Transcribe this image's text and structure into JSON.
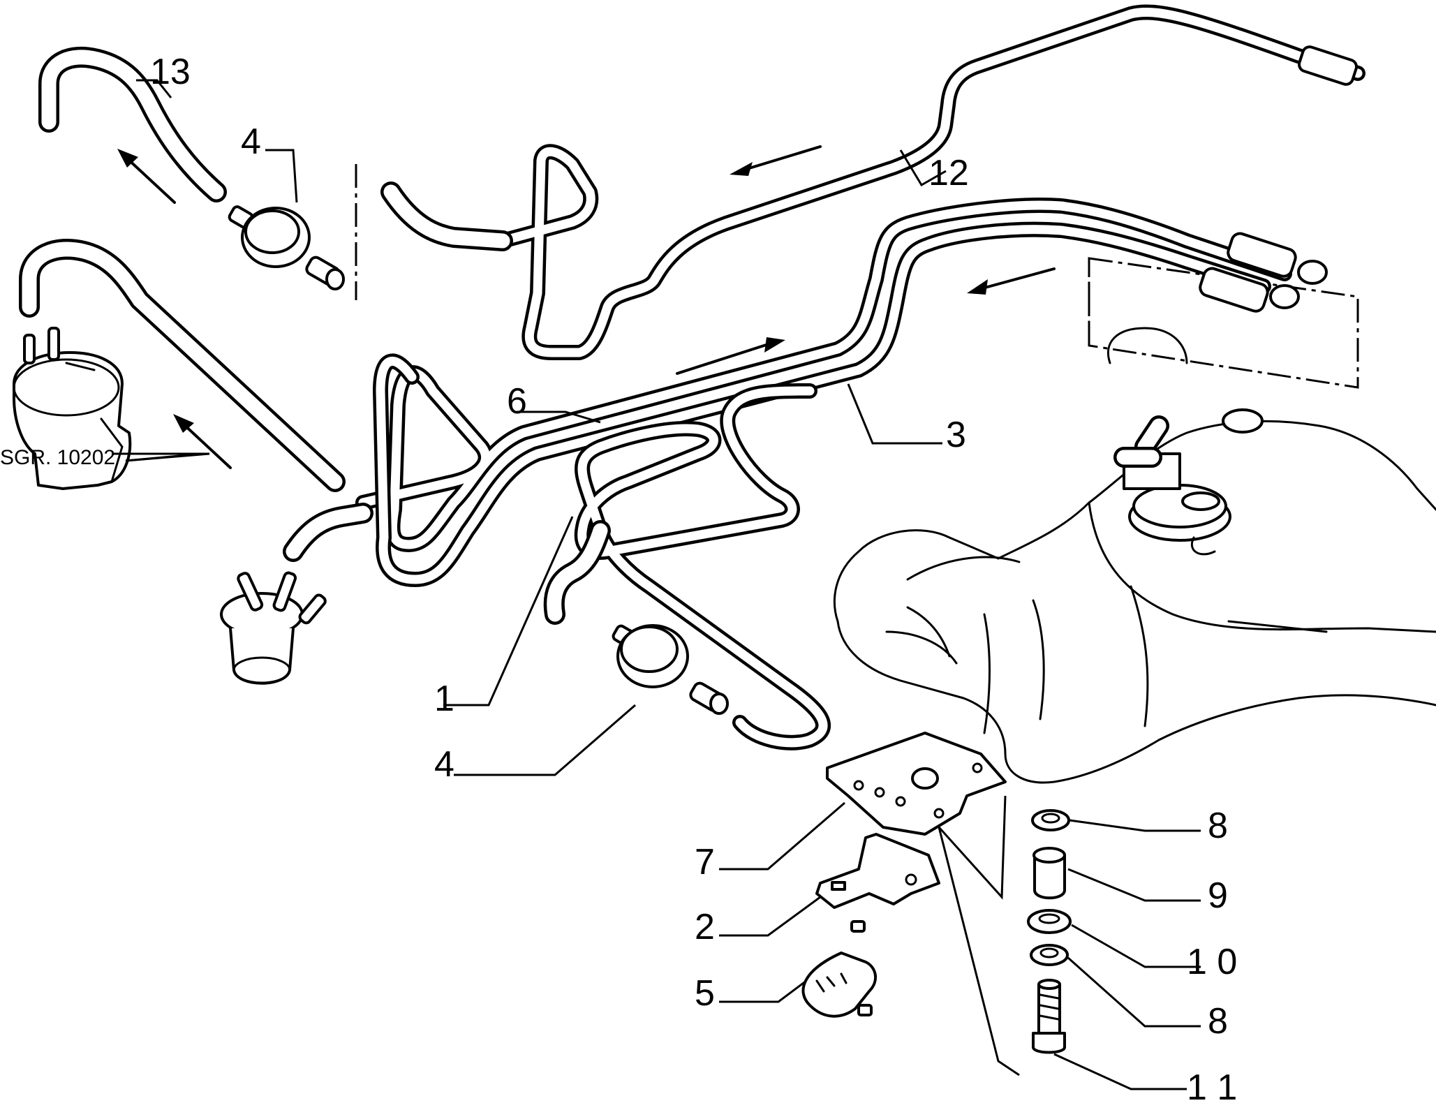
{
  "callouts": {
    "c1": "1",
    "c2": "2",
    "c3": "3",
    "c4a": "4",
    "c4b": "4",
    "c5": "5",
    "c6": "6",
    "c7": "7",
    "c8a": "8",
    "c8b": "8",
    "c9": "9",
    "c10": "1 0",
    "c11": "1 1",
    "c12": "12",
    "c13": "13"
  },
  "reference": "SGR. 10202"
}
